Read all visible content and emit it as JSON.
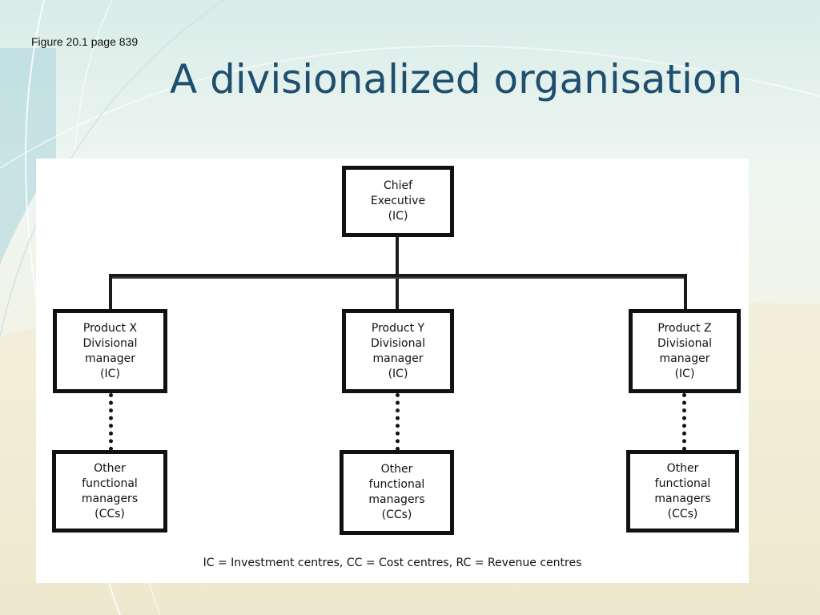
{
  "slide": {
    "figure_reference": "Figure 20.1 page 839",
    "title": "A divisionalized organisation"
  },
  "diagram": {
    "chief": {
      "label": "Chief\nExecutive\n(IC)"
    },
    "divisions": [
      {
        "manager": {
          "label": "Product X\nDivisional\nmanager\n(IC)"
        },
        "functional": {
          "label": "Other\nfunctional\nmanagers\n(CCs)"
        }
      },
      {
        "manager": {
          "label": "Product Y\nDivisional\nmanager\n(IC)"
        },
        "functional": {
          "label": "Other\nfunctional\nmanagers\n(CCs)"
        }
      },
      {
        "manager": {
          "label": "Product Z\nDivisional\nmanager\n(IC)"
        },
        "functional": {
          "label": "Other\nfunctional\nmanagers\n(CCs)"
        }
      }
    ],
    "legend": "IC = Investment centres,  CC = Cost centres,  RC = Revenue centres"
  },
  "colors": {
    "title": "#1f4e6e",
    "box_border": "#111111",
    "panel": "#ffffff"
  }
}
